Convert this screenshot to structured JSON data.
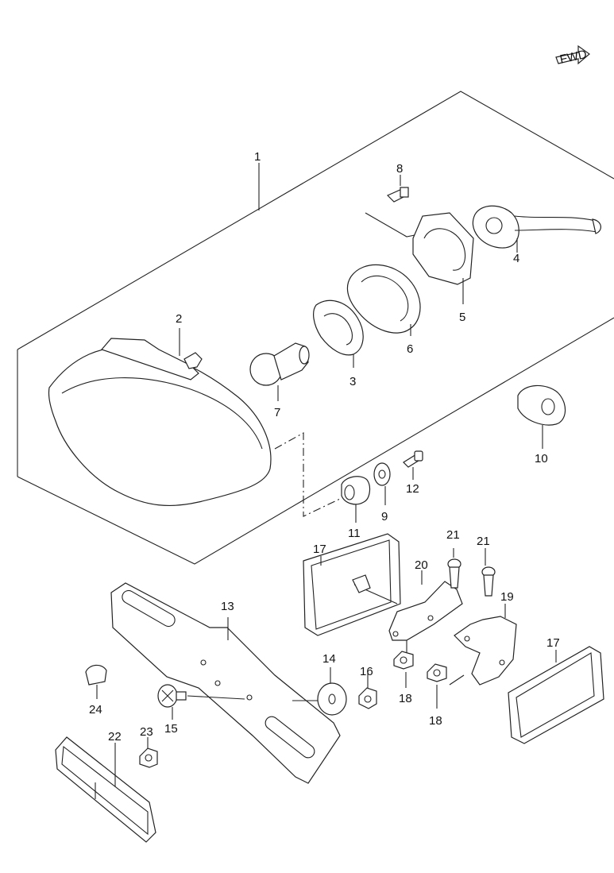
{
  "fwd_label": "FWD",
  "callouts": {
    "c1": "1",
    "c2": "2",
    "c3": "3",
    "c4": "4",
    "c5": "5",
    "c6": "6",
    "c7": "7",
    "c8": "8",
    "c9": "9",
    "c10": "10",
    "c11": "11",
    "c12": "12",
    "c13": "13",
    "c14": "14",
    "c15": "15",
    "c16": "16",
    "c17a": "17",
    "c17b": "17",
    "c18a": "18",
    "c18b": "18",
    "c19": "19",
    "c20": "20",
    "c21a": "21",
    "c21b": "21",
    "c22": "22",
    "c23": "23",
    "c24": "24"
  }
}
